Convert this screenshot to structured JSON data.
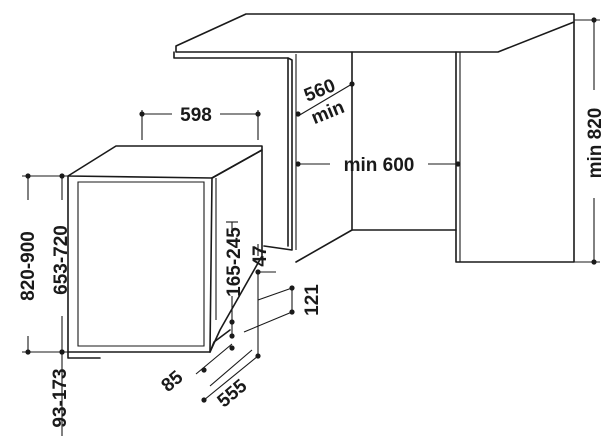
{
  "dimensions": {
    "width": "598",
    "niche_depth_line1": "560",
    "niche_depth_line2": "min",
    "niche_width": "min 600",
    "niche_height": "min 820",
    "overall_height": "820-900",
    "body_height": "653-720",
    "plinth": "93-173",
    "door_gap": "165-245",
    "foot_offset": "47",
    "foot_height": "121",
    "front_offset": "85",
    "depth": "555"
  }
}
